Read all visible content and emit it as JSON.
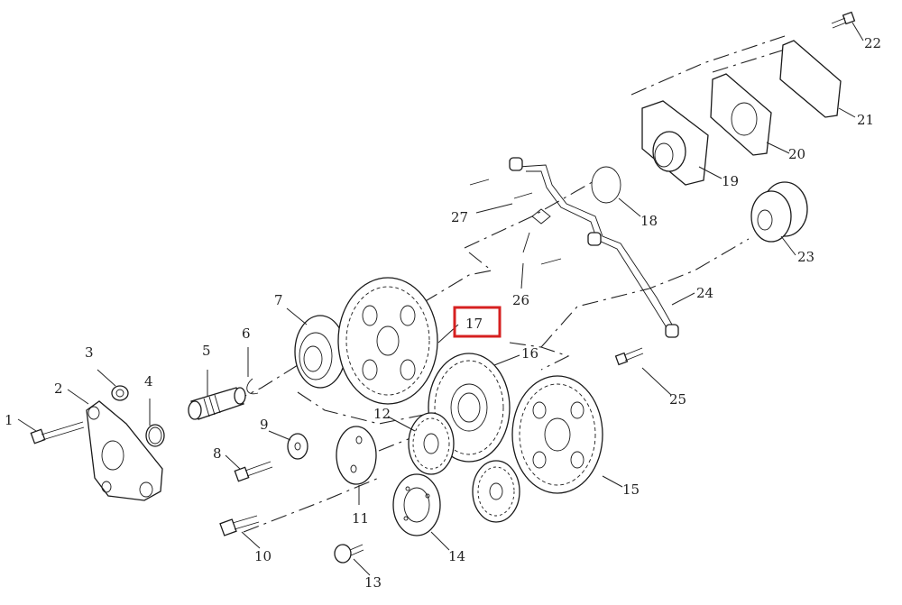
{
  "diagram": {
    "highlight_color": "#d62020",
    "highlighted_callout": "17",
    "callouts": [
      {
        "id": "c1",
        "text": "1"
      },
      {
        "id": "c2",
        "text": "2"
      },
      {
        "id": "c3",
        "text": "3"
      },
      {
        "id": "c4",
        "text": "4"
      },
      {
        "id": "c5",
        "text": "5"
      },
      {
        "id": "c6",
        "text": "6"
      },
      {
        "id": "c7",
        "text": "7"
      },
      {
        "id": "c8",
        "text": "8"
      },
      {
        "id": "c9",
        "text": "9"
      },
      {
        "id": "c10",
        "text": "10"
      },
      {
        "id": "c11",
        "text": "11"
      },
      {
        "id": "c12",
        "text": "12"
      },
      {
        "id": "c13",
        "text": "13"
      },
      {
        "id": "c14",
        "text": "14"
      },
      {
        "id": "c15",
        "text": "15"
      },
      {
        "id": "c16",
        "text": "16"
      },
      {
        "id": "c17",
        "text": "17"
      },
      {
        "id": "c18",
        "text": "18"
      },
      {
        "id": "c19",
        "text": "19"
      },
      {
        "id": "c20",
        "text": "20"
      },
      {
        "id": "c21",
        "text": "21"
      },
      {
        "id": "c22",
        "text": "22"
      },
      {
        "id": "c23",
        "text": "23"
      },
      {
        "id": "c24",
        "text": "24"
      },
      {
        "id": "c25",
        "text": "25"
      },
      {
        "id": "c26",
        "text": "26"
      },
      {
        "id": "c27",
        "text": "27"
      }
    ]
  }
}
